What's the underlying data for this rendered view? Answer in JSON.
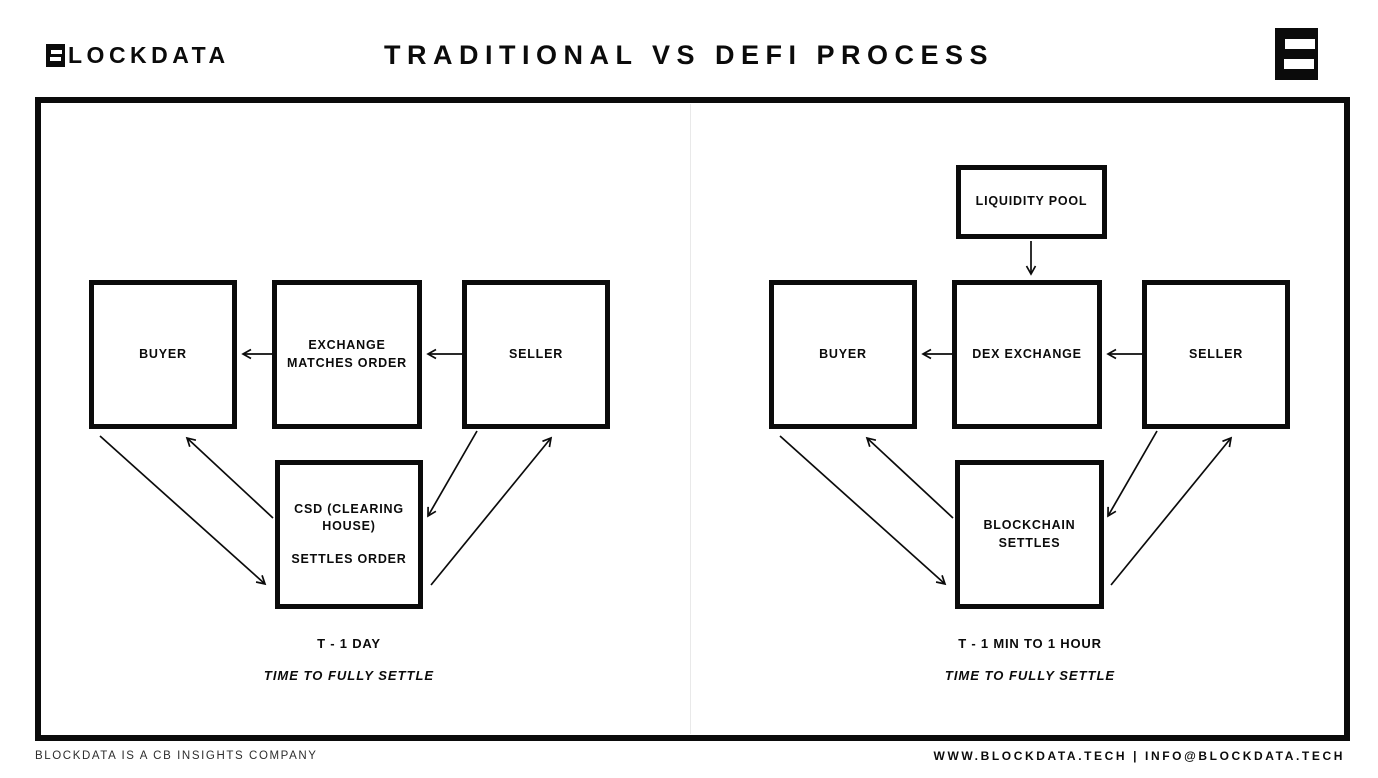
{
  "colors": {
    "ink": "#0b0b0b",
    "background": "#ffffff",
    "divider": "#e9e9e9"
  },
  "header": {
    "logo_icon": "block-icon",
    "logo_text": "LOCKDATA",
    "title": "TRADITIONAL VS DEFI PROCESS",
    "corner_icon": "block-icon"
  },
  "diagram": {
    "traditional": {
      "buyer": "BUYER",
      "exchange": "EXCHANGE MATCHES ORDER",
      "seller": "SELLER",
      "settler_line1": "CSD (CLEARING HOUSE)",
      "settler_line2": "SETTLES ORDER",
      "time_value": "T - 1 DAY",
      "time_label": "TIME TO FULLY SETTLE"
    },
    "defi": {
      "liquidity_pool": "LIQUIDITY POOL",
      "buyer": "BUYER",
      "exchange": "DEX EXCHANGE",
      "seller": "SELLER",
      "settler": "BLOCKCHAIN SETTLES",
      "time_value": "T - 1 MIN TO 1 HOUR",
      "time_label": "TIME TO FULLY SETTLE"
    }
  },
  "footer": {
    "left": "BLOCKDATA IS A CB INSIGHTS COMPANY",
    "right": "WWW.BLOCKDATA.TECH | INFO@BLOCKDATA.TECH"
  }
}
